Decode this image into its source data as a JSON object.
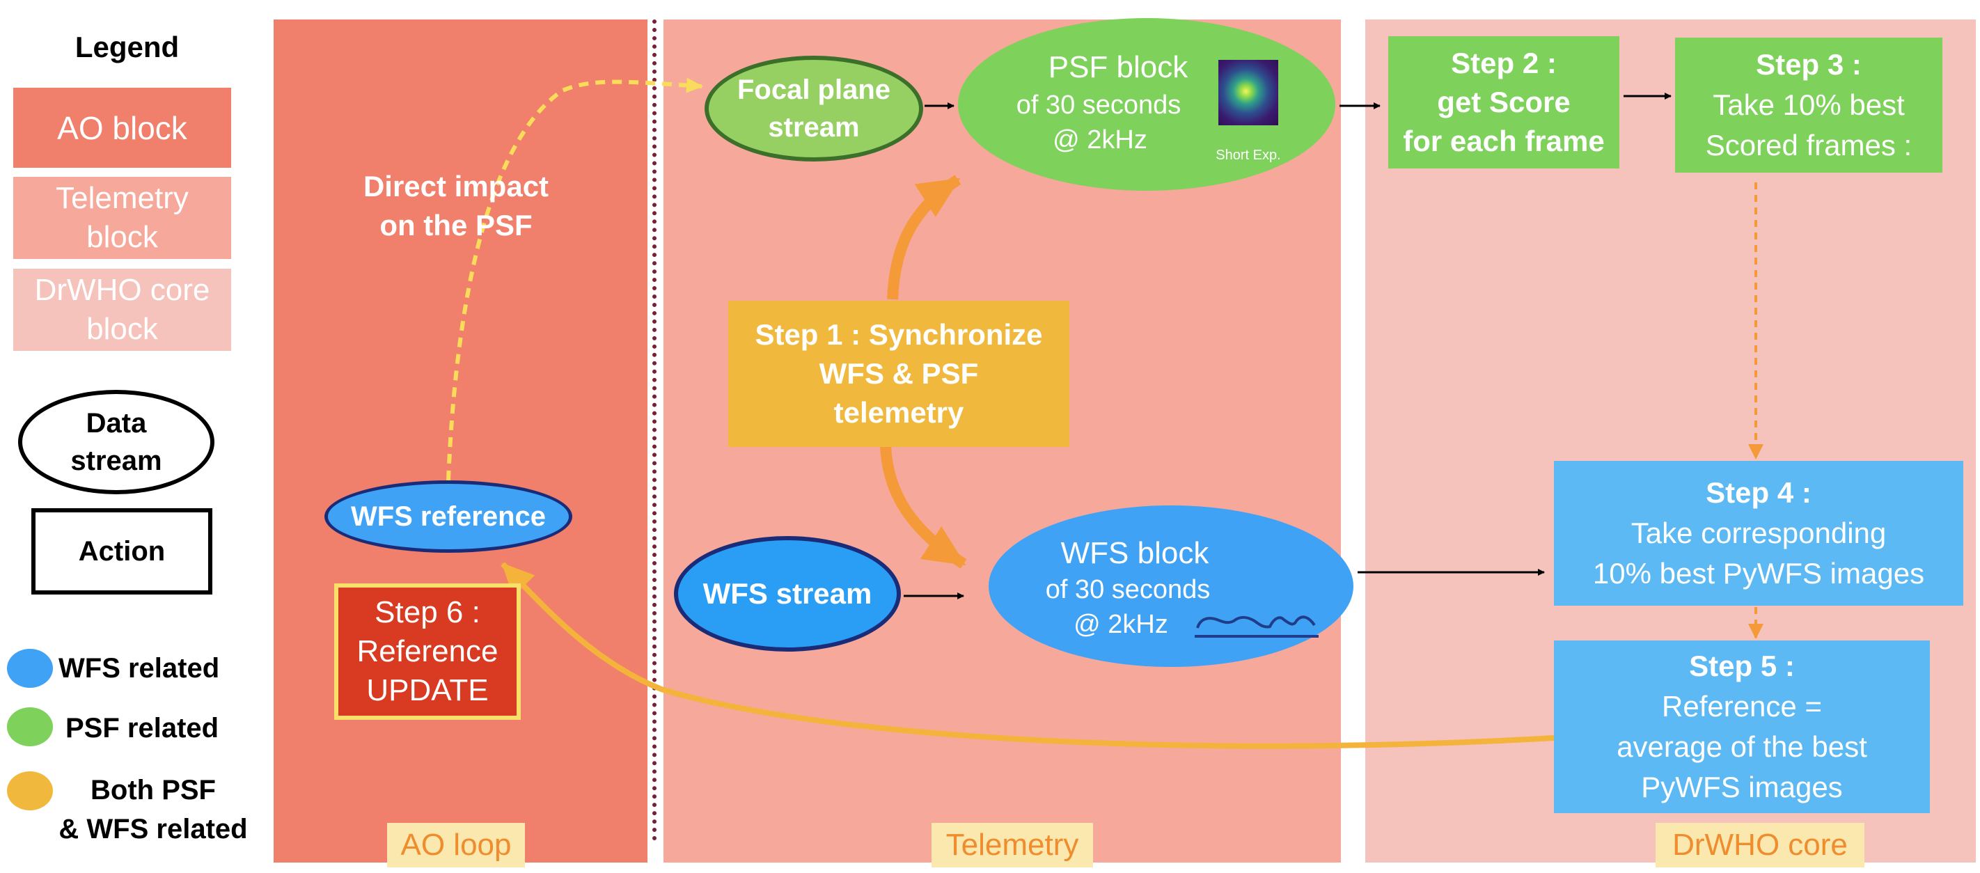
{
  "legend": {
    "title": "Legend",
    "ao_block": "AO block",
    "telemetry_block": [
      "Telemetry",
      "block"
    ],
    "core_block": [
      "DrWHO core",
      "block"
    ],
    "data_stream": [
      "Data",
      "stream"
    ],
    "action": "Action",
    "wfs_related": "WFS related",
    "psf_related": "PSF related",
    "both_related": [
      "Both PSF",
      "& WFS related"
    ]
  },
  "panels": {
    "ao_loop": "AO loop",
    "telemetry": "Telemetry",
    "core": "DrWHO core"
  },
  "nodes": {
    "direct_impact": [
      "Direct impact",
      "on the PSF"
    ],
    "wfs_reference": "WFS reference",
    "step6": [
      "Step 6 :",
      "Reference",
      "UPDATE"
    ],
    "focal_plane": [
      "Focal plane",
      "stream"
    ],
    "psf_block": [
      "PSF block",
      "of 30 seconds",
      "@ 2kHz"
    ],
    "short_exp": "Short Exp.",
    "step1": [
      "Step 1 : Synchronize",
      "WFS & PSF",
      "telemetry"
    ],
    "wfs_stream": "WFS stream",
    "wfs_block": [
      "WFS block",
      "of 30 seconds",
      "@ 2kHz"
    ],
    "step2": [
      "Step 2 :",
      "get Score",
      "for each frame"
    ],
    "step3": [
      "Step 3 :",
      "Take 10% best",
      "Scored frames :"
    ],
    "step4": [
      "Step 4 :",
      "Take corresponding",
      "10% best PyWFS images"
    ],
    "step5": [
      "Step 5 :",
      "Reference =",
      "average of the best",
      "PyWFS images"
    ]
  },
  "colors": {
    "ao": "#f07f6b",
    "telemetry": "#f6a89b",
    "core": "#f5c2bc",
    "psf_green": "#7ed15a",
    "wfs_blue": "#3fa2f5",
    "core_blue": "#5cb9f3",
    "orange": "#f4a23a",
    "yellow_box": "#f0b93e",
    "step6_red": "#d83b22"
  }
}
